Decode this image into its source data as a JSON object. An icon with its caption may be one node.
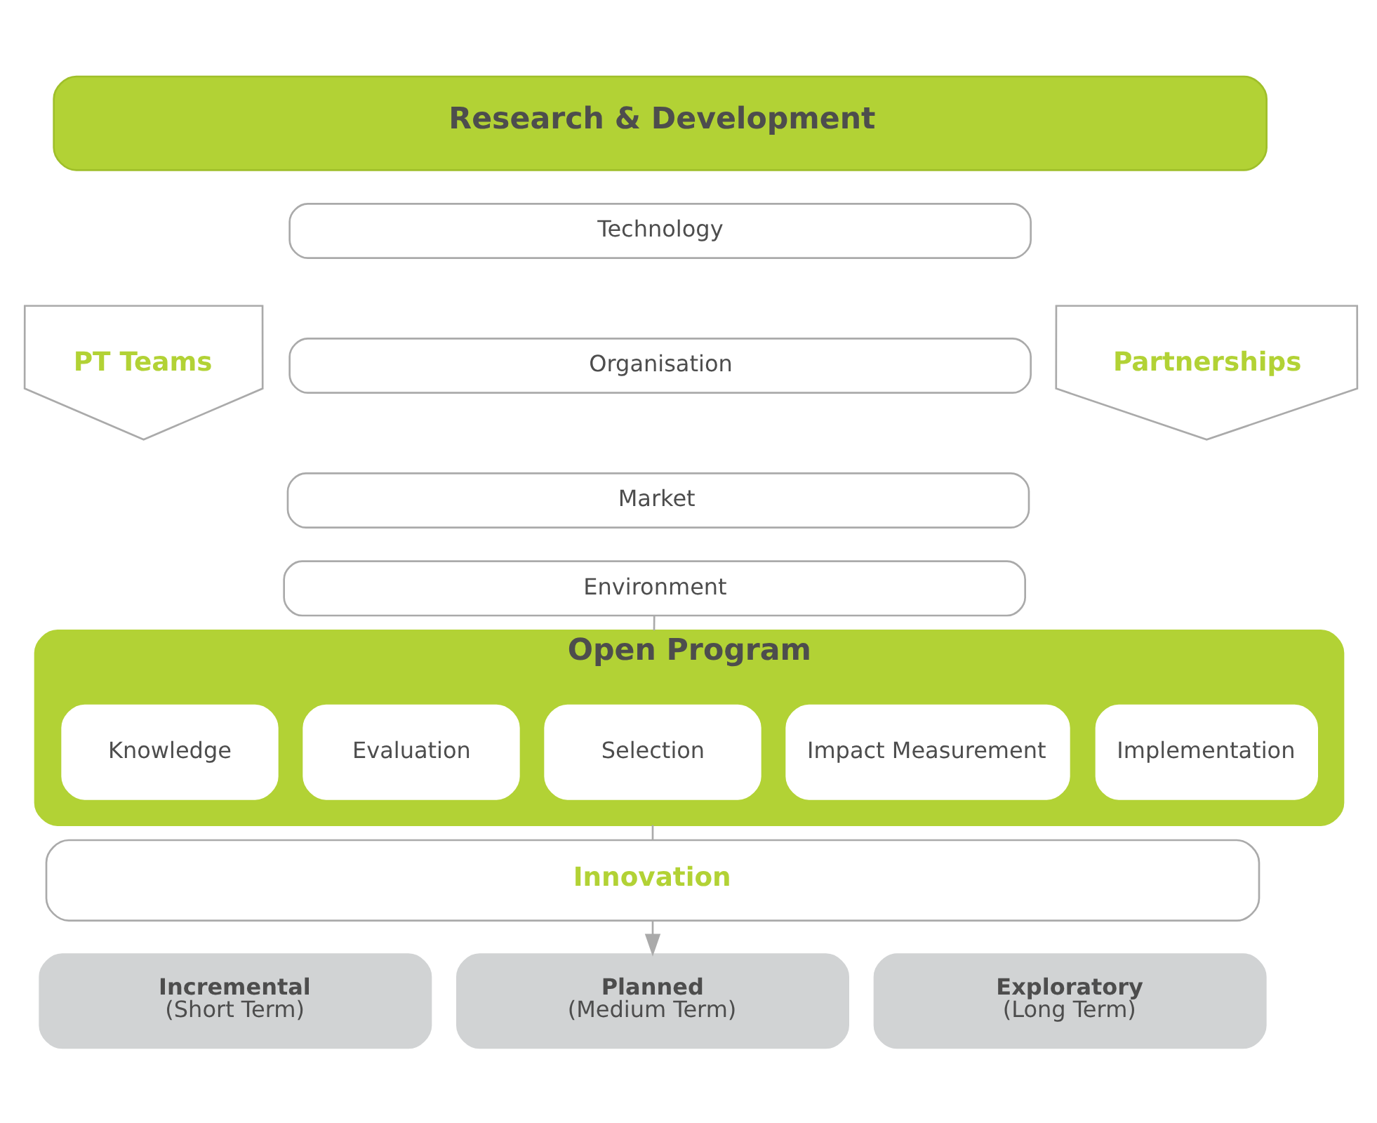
{
  "diagram": {
    "nodes": [
      {
        "text": [
          "Research & Development"
        ]
      },
      {
        "text": [
          "PT Teams"
        ]
      },
      {
        "text": [
          "Technology"
        ]
      },
      {
        "text": [
          "Organisation"
        ]
      },
      {
        "text": [
          "Market"
        ]
      },
      {
        "text": [
          "Environment"
        ]
      },
      {
        "text": [
          "Partnerships"
        ]
      },
      {
        "text": [
          "Open Program"
        ]
      },
      {
        "text": [
          "Knowledge"
        ],
        "in": 7
      },
      {
        "text": [
          "Evaluation"
        ],
        "in": 7
      },
      {
        "text": [
          "Selection"
        ],
        "in": 7
      },
      {
        "text": [
          "Impact Measurement"
        ],
        "in": 7
      },
      {
        "text": [
          "Implementation"
        ],
        "in": 7
      },
      {
        "text": [
          "Innovation"
        ]
      },
      {
        "text": [
          "Incremental",
          "(Short Term)"
        ]
      },
      {
        "text": [
          "Planned",
          "(Medium Term)"
        ]
      },
      {
        "text": [
          "Exploratory",
          "(Long Term)"
        ]
      }
    ],
    "edges": [
      {
        "from": 5,
        "to": 7,
        "arrow": "none"
      },
      {
        "from": 7,
        "to": 13,
        "arrow": "none"
      },
      {
        "from": 13,
        "to": 15,
        "arrow": "to"
      }
    ]
  }
}
